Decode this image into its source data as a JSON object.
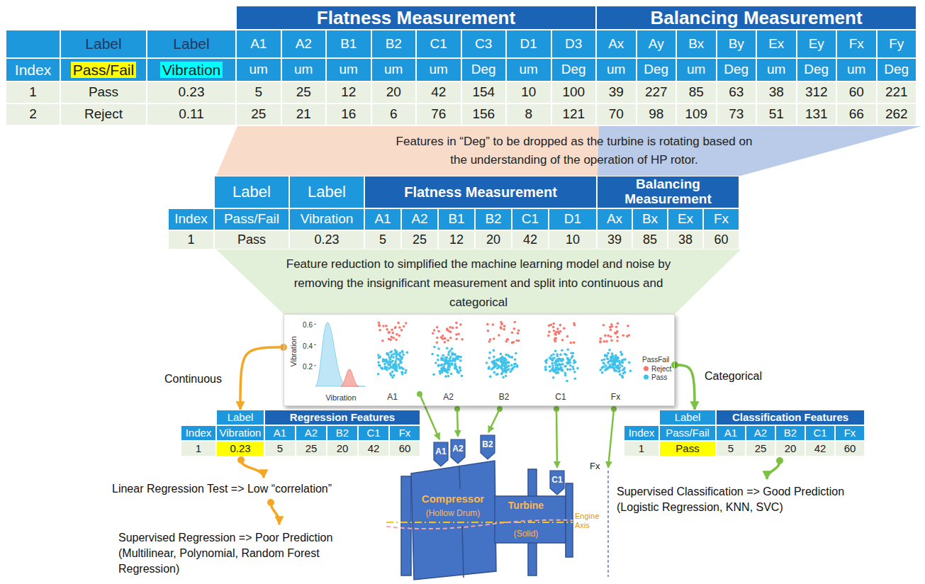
{
  "diagram": {
    "nodes": [
      {
        "text": [
          "Flatness Measurement",
          "Balancing Measurement",
          "Label",
          "Label",
          "A1",
          "A2",
          "B1",
          "B2",
          "C1",
          "C3",
          "D1",
          "D3",
          "Ax",
          "Ay",
          "Bx",
          "By",
          "Ex",
          "Ey",
          "Fx",
          "Fy",
          "Index",
          "Pass/Fail",
          "Vibration",
          "um",
          "um",
          "um",
          "um",
          "um",
          "Deg",
          "um",
          "Deg",
          "um",
          "Deg",
          "um",
          "Deg",
          "um",
          "Deg",
          "um",
          "Deg",
          "1",
          "Pass",
          "0.23",
          "5",
          "25",
          "12",
          "20",
          "42",
          "154",
          "10",
          "100",
          "39",
          "227",
          "85",
          "63",
          "38",
          "312",
          "60",
          "221",
          "2",
          "Reject",
          "0.11",
          "25",
          "21",
          "16",
          "6",
          "76",
          "156",
          "8",
          "121",
          "70",
          "98",
          "109",
          "73",
          "51",
          "131",
          "66",
          "262"
        ]
      },
      {
        "text": [
          "Features in “Deg” to be dropped as the turbine is rotating based on the understanding of the operation of HP rotor."
        ]
      },
      {
        "text": [
          "Label",
          "Label",
          "Flatness Measurement",
          "Balancing Measurement",
          "Index",
          "Pass/Fail",
          "Vibration",
          "A1",
          "A2",
          "B1",
          "B2",
          "C1",
          "D1",
          "Ax",
          "Bx",
          "Ex",
          "Fx",
          "1",
          "Pass",
          "0.23",
          "5",
          "25",
          "12",
          "20",
          "42",
          "10",
          "39",
          "85",
          "38",
          "60"
        ]
      },
      {
        "text": [
          "Feature reduction to simplified the machine learning model and noise by removing the insignificant measurement and split into continuous and categorical"
        ]
      },
      {
        "text": [
          "Vibration",
          "0.6",
          "0.4",
          "0.2",
          "Vibration",
          "A1",
          "A2",
          "B2",
          "C1",
          "Fx",
          "PassFail"
        ]
      },
      {
        "text": [
          "Label",
          "Regression Features",
          "Index",
          "Vibration",
          "A1",
          "A2",
          "B2",
          "C1",
          "Fx",
          "1",
          "0.23",
          "5",
          "25",
          "20",
          "42",
          "60"
        ]
      },
      {
        "text": [
          "Label",
          "Classification Features",
          "Index",
          "Pass/Fail",
          "A1",
          "A2",
          "B2",
          "C1",
          "Fx",
          "1",
          "Pass",
          "5",
          "25",
          "20",
          "42",
          "60"
        ]
      }
    ],
    "edges": [
      {
        "from": 4,
        "to": 5,
        "label": "Continuous",
        "arrow": "to"
      },
      {
        "from": 4,
        "to": 6,
        "label": "Categorical",
        "arrow": "to"
      }
    ],
    "labels": [
      "Linear Regression Test => Low “correlation”",
      "Supervised Regression => Poor Prediction (Multilinear, Polynomial, Random Forest Regression)",
      "Supervised Classification => Good Prediction (Logistic Regression, KNN, SVC)",
      "A1",
      "A2",
      "B2",
      "C1",
      "Fx",
      "Compressor",
      "(Hollow Drum)",
      "Turbine",
      "(Solid)",
      "Engine Axis"
    ],
    "legend": [
      {
        "text": "Reject",
        "color": "#f8766d"
      },
      {
        "text": "Pass",
        "color": "#3fc1ea"
      }
    ]
  }
}
